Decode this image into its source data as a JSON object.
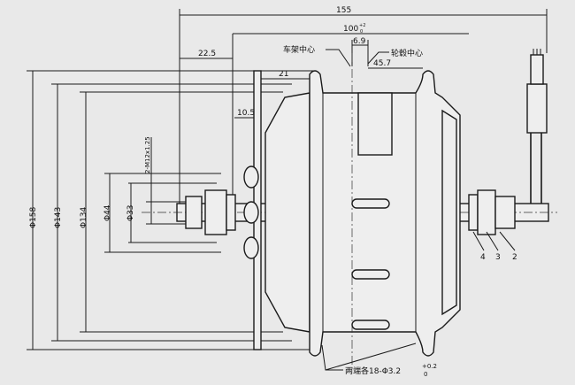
{
  "dimensions": {
    "overall_width": "155",
    "flange_spacing": "100",
    "flange_spacing_tol_upper": "+2",
    "flange_spacing_tol_lower": "0",
    "center_offset": "6.9",
    "hub_half_width": "45.7",
    "axle_end_left": "22.5",
    "disc_to_flange": "21",
    "disc_offset": "10.5",
    "dia_outer": "Φ158",
    "dia_143": "Φ143",
    "dia_134": "Φ134",
    "dia_44": "Φ44",
    "dia_33": "Φ33",
    "thread": "2-M12x1.25"
  },
  "labels": {
    "frame_center": "车架中心",
    "hub_center": "轮毂中心",
    "spoke_holes": "两端各18-Φ3.2",
    "spoke_holes_tol_upper": "+0.2",
    "spoke_holes_tol_lower": "0"
  },
  "callouts": [
    "4",
    "3",
    "2"
  ]
}
